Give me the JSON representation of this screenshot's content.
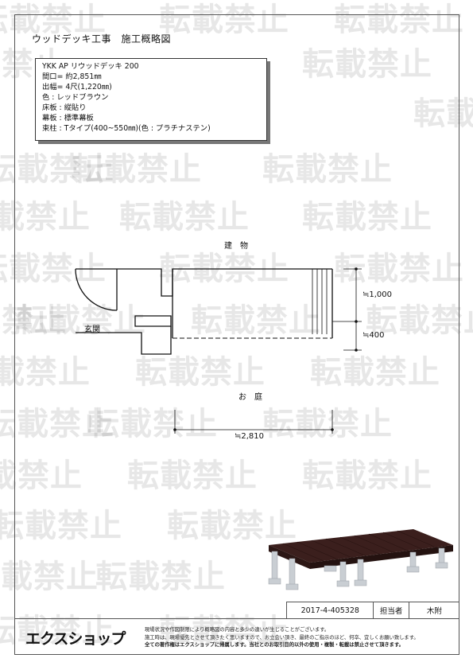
{
  "document": {
    "title": "ウッドデッキ工事　施工概略図"
  },
  "spec": {
    "lines": [
      "YKK AP リウッドデッキ 200",
      "間口= 約2,851㎜",
      "出幅= 4尺(1,220㎜)",
      "色 : レッドブラウン",
      "床板 : 縦貼り",
      "幕板 : 標準幕板",
      "束柱 : Tタイプ(400~550㎜)(色 : プラチナステン)"
    ]
  },
  "plan": {
    "building_label": "建　物",
    "entrance_label": "玄関",
    "garden_label": "お　庭",
    "dim_depth_upper": "≒1,000",
    "dim_depth_lower": "≒400",
    "dim_width": "≒2,810"
  },
  "footer": {
    "doc_number": "2017-4-405328",
    "staff_label": "担当者",
    "staff_name": "木附",
    "logo": "エクスショップ",
    "notes": [
      "現場状況や作図制限により概略図の内容と多少の違いが生じることがございます。",
      "施工時は、現場優先とさせて頂きたく思いますので、お立会い頂き、最終のご指示のほど、何卒、宜しくお願い致します。",
      "全ての著作権はエクスショップに帰属します。当社とのお取引目的以外の使用・複製・転載は禁止させて頂きます。"
    ]
  },
  "watermark": {
    "text": "転載禁止"
  },
  "colors": {
    "deck": "#3b1f1d",
    "post": "#c9ced3",
    "line": "#111111"
  }
}
